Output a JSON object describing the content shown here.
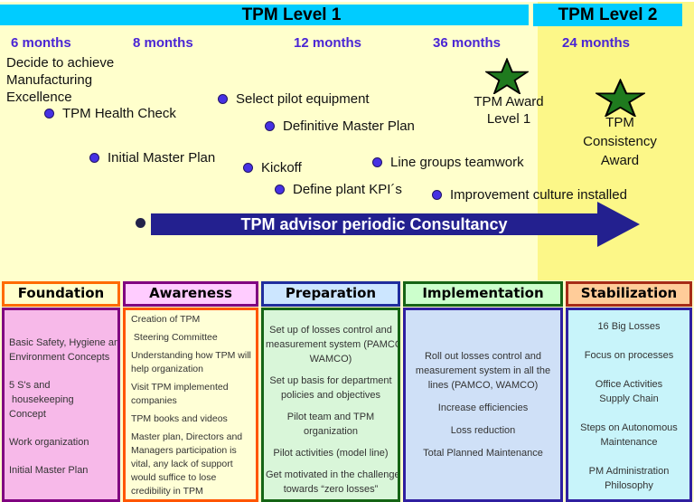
{
  "colors": {
    "page_bg": "#FFFFCC",
    "level2_bg": "#FCF788",
    "header_band": "#00CCFF",
    "month_text": "#4A25D4",
    "bullet_dot": "#4631E3",
    "arrow": "#23208F",
    "star_green": "#1F7A1E",
    "start_dot": "#23234A"
  },
  "timeline": {
    "level1_title": "TPM Level 1",
    "level2_title": "TPM Level 2",
    "months": [
      "6 months",
      "8 months",
      "12 months",
      "36 months",
      "24 months"
    ],
    "start_lines": [
      "Decide to achieve",
      "Manufacturing",
      "Excellence"
    ],
    "milestones": [
      "TPM Health Check",
      "Select pilot equipment",
      "Definitive Master Plan",
      "Initial Master Plan",
      "Kickoff",
      "Define plant KPI´s",
      "Line groups teamwork",
      "Improvement culture installed"
    ],
    "award1_lines": [
      "TPM Award",
      "Level 1"
    ],
    "award2_lines": [
      "TPM",
      "Consistency",
      "Award"
    ],
    "arrow_label": "TPM advisor periodic Consultancy"
  },
  "phases": [
    {
      "title": "Foundation",
      "colors": {
        "header_bg": "#FFFFCC",
        "header_border": "#FF6A00",
        "body_bg": "#F7B9E9",
        "body_border": "#800080"
      },
      "items": [
        "Basic Safety, Hygiene and\nEnvironment Concepts",
        "5 S's and\n housekeeping\nConcept",
        "Work organization",
        "Initial Master Plan"
      ]
    },
    {
      "title": "Awareness",
      "colors": {
        "header_bg": "#FFCCFF",
        "header_border": "#800080",
        "body_bg": "#FFFFD6",
        "body_border": "#FF5500"
      },
      "items": [
        "Creation of TPM",
        " Steering Committee",
        "Understanding how TPM will\nhelp organization",
        "Visit TPM implemented\ncompanies",
        "TPM books and videos",
        "Master plan, Directors and\nManagers participation is\nvital, any lack of support\nwould suffice to lose\ncredibility in TPM"
      ]
    },
    {
      "title": "Preparation",
      "colors": {
        "header_bg": "#CCE6FF",
        "header_border": "#1F2D9E",
        "body_bg": "#D9F6D9",
        "body_border": "#156415"
      },
      "items": [
        "Set up of losses control and\nmeasurement system (PAMCO\nWAMCO)",
        "Set up basis for department\npolicies and objectives",
        "Pilot team and TPM\norganization",
        "Pilot activities (model line)",
        "Get motivated in the challenge\ntowards “zero losses”"
      ]
    },
    {
      "title": "Implementation",
      "colors": {
        "header_bg": "#CCFFCC",
        "header_border": "#156415",
        "body_bg": "#CFE0F7",
        "body_border": "#2F1FA0"
      },
      "items": [
        "Roll out losses control and\nmeasurement system in all the\nlines (PAMCO, WAMCO)",
        "Increase efficiencies",
        "Loss reduction",
        "Total Planned Maintenance"
      ]
    },
    {
      "title": "Stabilization",
      "colors": {
        "header_bg": "#FFCC99",
        "header_border": "#A62B17",
        "body_bg": "#C8F4FA",
        "body_border": "#2F1FA0"
      },
      "items": [
        "16 Big Losses",
        "Focus on processes",
        "Office Activities\nSupply Chain",
        "Steps on Autonomous\nMaintenance",
        "PM Administration\nPhilosophy"
      ]
    }
  ]
}
